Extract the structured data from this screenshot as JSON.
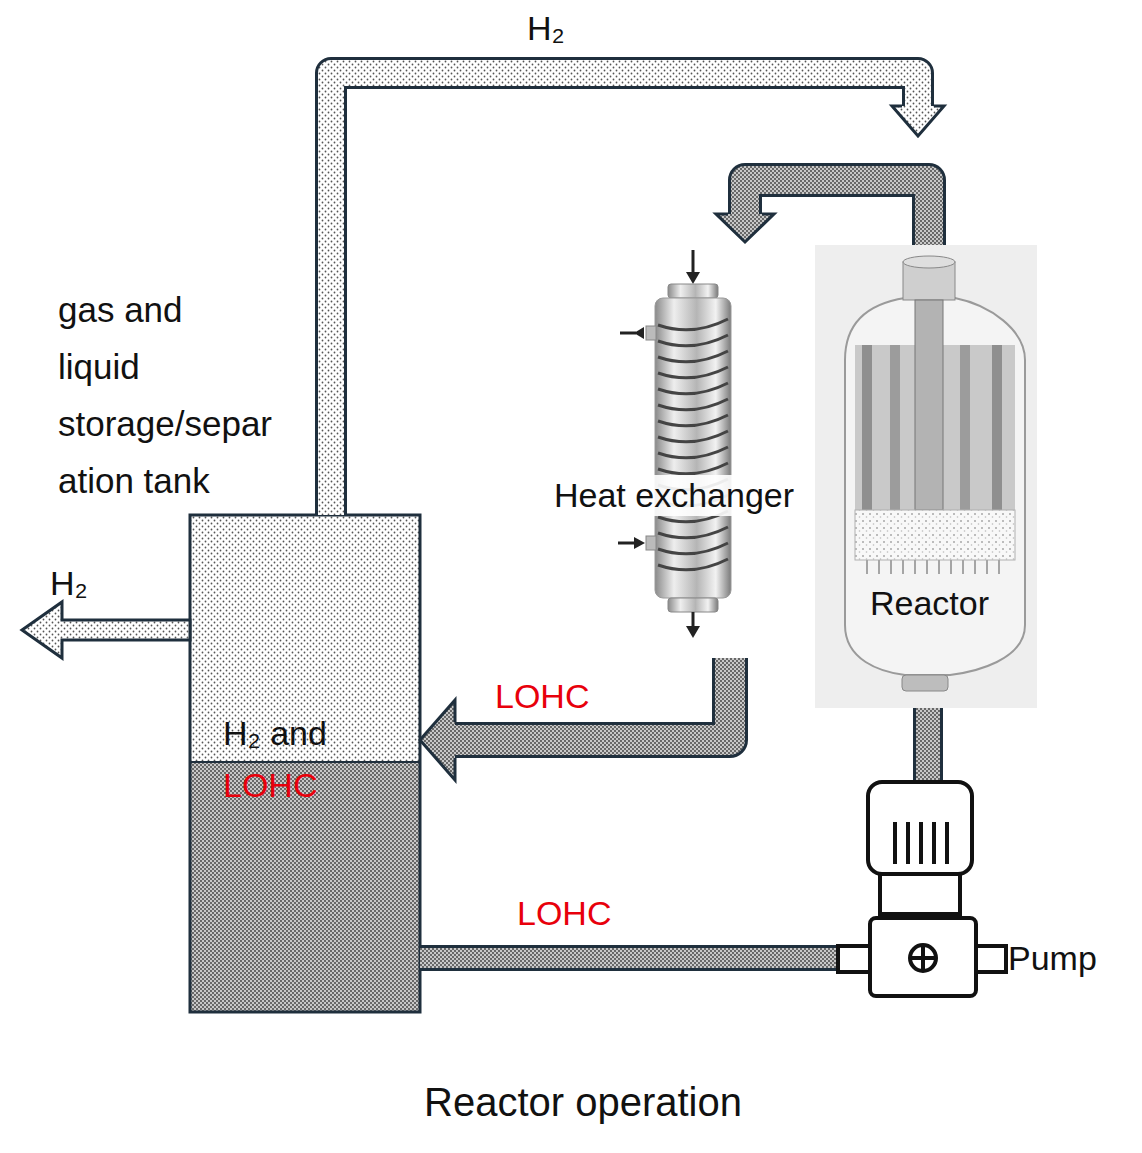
{
  "diagram": {
    "caption": "Reactor operation",
    "nodes": [
      {
        "text": [
          "gas and liquid storage/separation tank",
          "H₂ and",
          "LOHC"
        ]
      },
      {
        "text": [
          "Heat exchanger"
        ]
      },
      {
        "text": [
          "Reactor"
        ]
      },
      {
        "text": [
          "Pump"
        ]
      }
    ],
    "edges": [
      {
        "from": 0,
        "to": 3,
        "label": "LOHC",
        "arrow": "none"
      },
      {
        "from": 3,
        "to": 2,
        "arrow": "none"
      },
      {
        "from": 2,
        "to": 1,
        "arrow": "to"
      },
      {
        "from": 1,
        "to": 0,
        "label": "LOHC",
        "arrow": "to"
      },
      {
        "from": 0,
        "to": 2,
        "label": "H₂",
        "arrow": "to"
      }
    ],
    "labels": [
      "H₂"
    ]
  }
}
